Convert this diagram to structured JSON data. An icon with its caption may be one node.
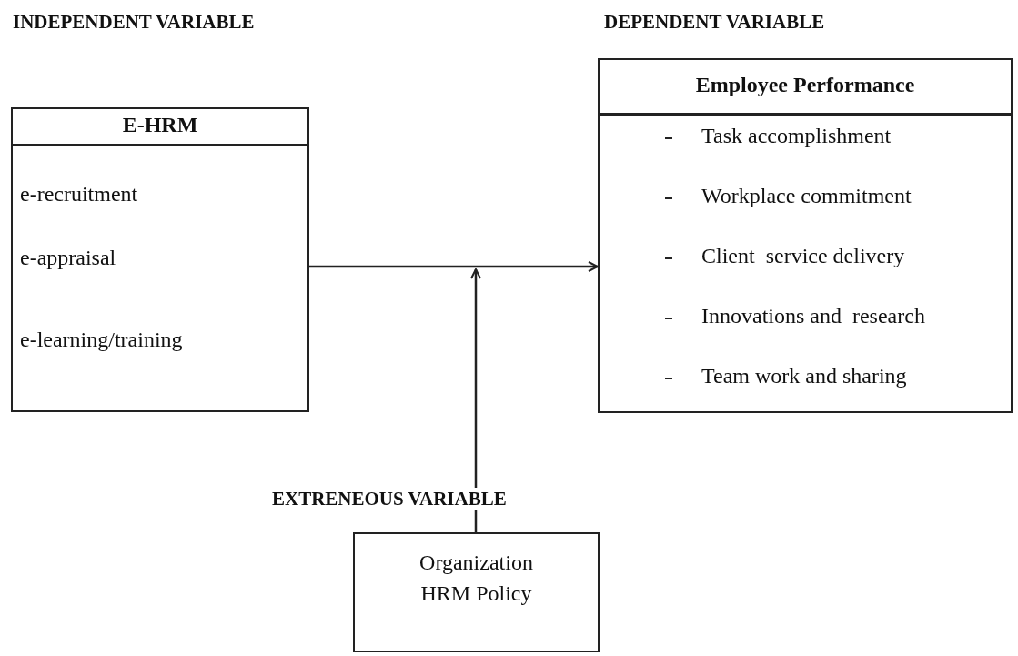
{
  "diagram": {
    "nodes": [
      {
        "text": [
          "E-HRM",
          "e-recruitment",
          "e-appraisal",
          "e-learning/training"
        ]
      },
      {
        "text": [
          "Employee Performance",
          "Task accomplishment",
          "Workplace commitment",
          "Client  service delivery",
          "Innovations and  research",
          "Team work and sharing"
        ]
      },
      {
        "text": [
          "Organization HRM Policy"
        ]
      }
    ],
    "edges": [
      {
        "from": 0,
        "to": 1,
        "arrow": "to"
      },
      {
        "from": 2,
        "to": null,
        "arrow": "to"
      }
    ],
    "labels": [
      "INDEPENDENT VARIABLE",
      "DEPENDENT VARIABLE",
      "EXTRENEOUS VARIABLE"
    ]
  }
}
